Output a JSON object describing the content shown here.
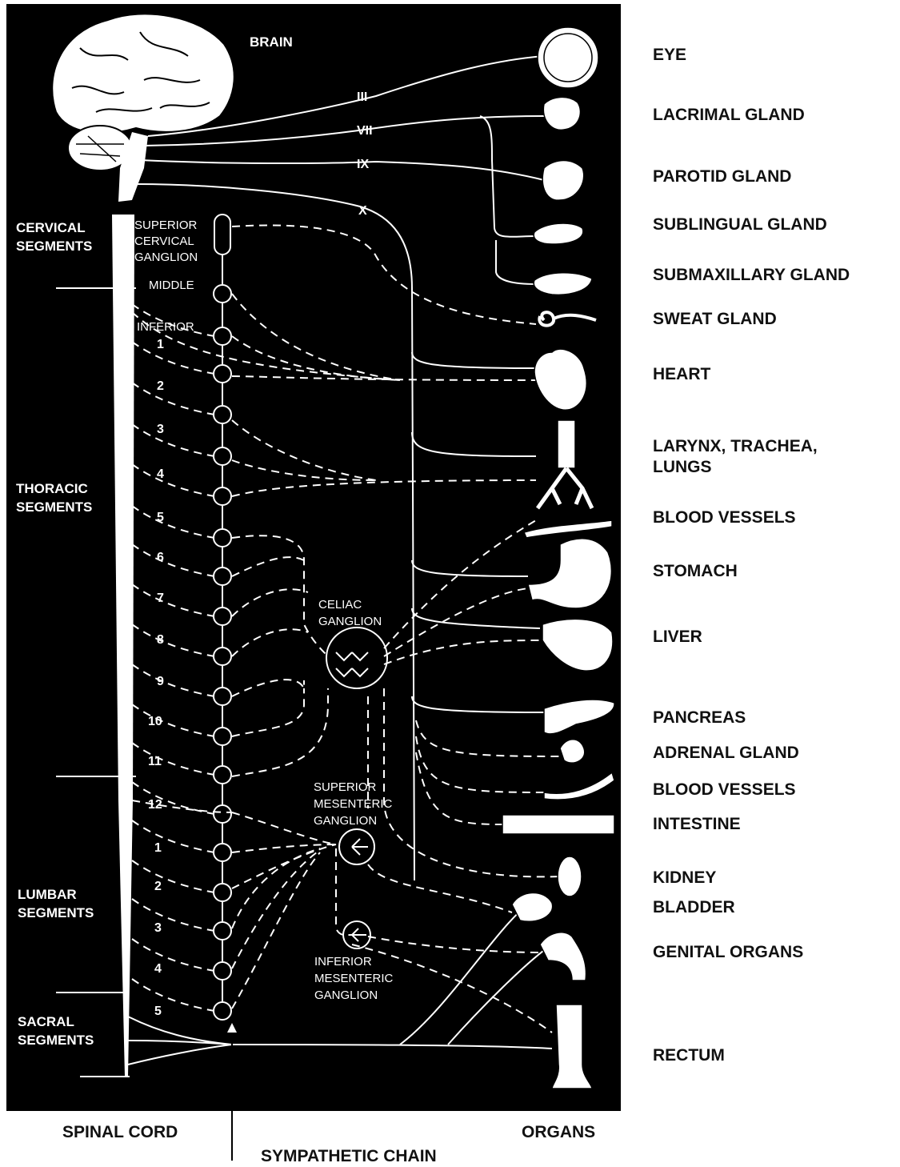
{
  "brain": "BRAIN",
  "cranial_nerves": [
    "III",
    "VII",
    "IX",
    "X"
  ],
  "segments": {
    "cervical": "CERVICAL\nSEGMENTS",
    "thoracic": "THORACIC\nSEGMENTS",
    "lumbar": "LUMBAR\nSEGMENTS",
    "sacral": "SACRAL\nSEGMENTS"
  },
  "ganglia": {
    "superior_cervical": "SUPERIOR\nCERVICAL\nGANGLION",
    "middle": "MIDDLE",
    "inferior": "INFERIOR",
    "celiac": "CELIAC\nGANGLION",
    "superior_mesenteric": "SUPERIOR\nMESENTERIC\nGANGLION",
    "inferior_mesenteric": "INFERIOR\nMESENTERIC\nGANGLION"
  },
  "thoracic_numbers": [
    "1",
    "2",
    "3",
    "4",
    "5",
    "6",
    "7",
    "8",
    "9",
    "10",
    "11",
    "12"
  ],
  "lumbar_numbers": [
    "1",
    "2",
    "3",
    "4",
    "5"
  ],
  "organs": [
    "EYE",
    "LACRIMAL GLAND",
    "PAROTID GLAND",
    "SUBLINGUAL GLAND",
    "SUBMAXILLARY GLAND",
    "SWEAT GLAND",
    "HEART",
    "LARYNX, TRACHEA,\nLUNGS",
    "BLOOD VESSELS",
    "STOMACH",
    "LIVER",
    "PANCREAS",
    "ADRENAL GLAND",
    "BLOOD VESSELS",
    "INTESTINE",
    "KIDNEY",
    "BLADDER",
    "GENITAL ORGANS",
    "RECTUM"
  ],
  "footer": {
    "spinal_cord": "SPINAL CORD",
    "organs": "ORGANS",
    "sympathetic_chain": "SYMPATHETIC CHAIN"
  }
}
